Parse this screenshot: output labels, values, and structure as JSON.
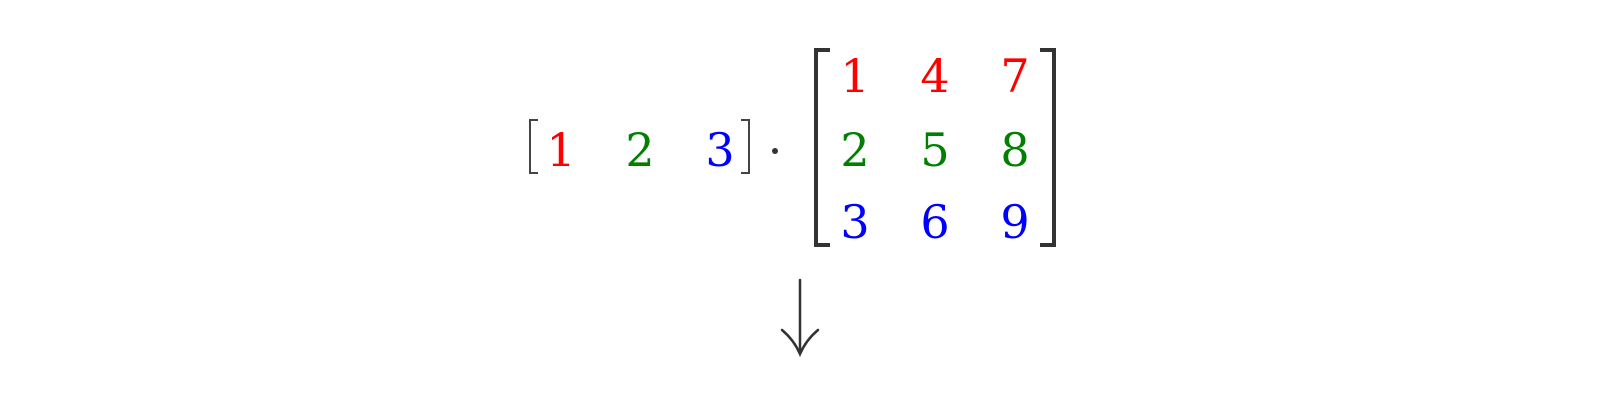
{
  "colors": {
    "red": "#ff0000",
    "green": "#008000",
    "blue": "#0000ff",
    "ink": "#333333"
  },
  "row_vector": {
    "entries": [
      {
        "value": "1",
        "color": "red"
      },
      {
        "value": "2",
        "color": "green"
      },
      {
        "value": "3",
        "color": "blue"
      }
    ]
  },
  "operator": "·",
  "matrix": {
    "rows": [
      [
        {
          "value": "1",
          "color": "red"
        },
        {
          "value": "4",
          "color": "red"
        },
        {
          "value": "7",
          "color": "red"
        }
      ],
      [
        {
          "value": "2",
          "color": "green"
        },
        {
          "value": "5",
          "color": "green"
        },
        {
          "value": "8",
          "color": "green"
        }
      ],
      [
        {
          "value": "3",
          "color": "blue"
        },
        {
          "value": "6",
          "color": "blue"
        },
        {
          "value": "9",
          "color": "blue"
        }
      ]
    ]
  },
  "arrow_icon": "down-arrow-icon"
}
